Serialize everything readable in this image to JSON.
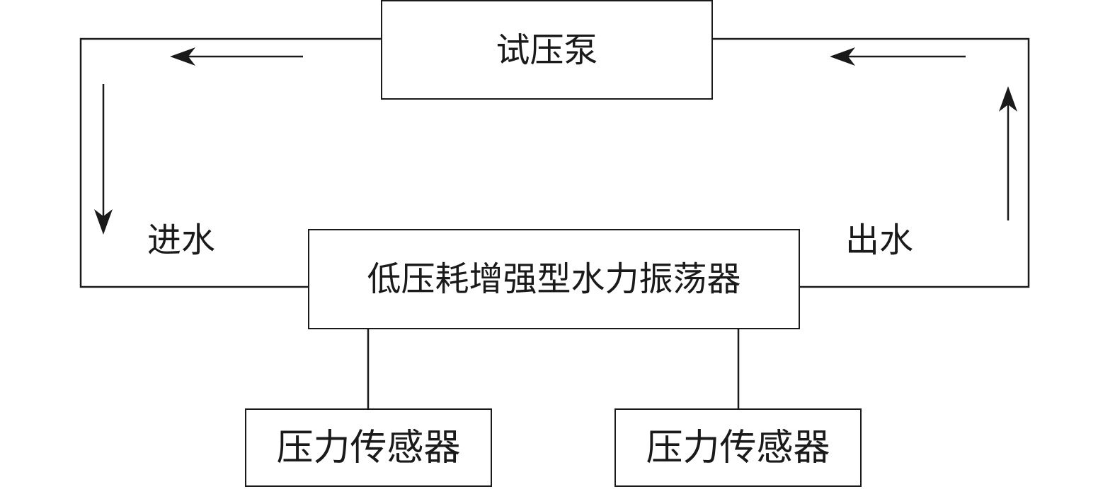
{
  "diagram": {
    "pump": {
      "label": "试压泵"
    },
    "oscillator": {
      "label": "低压耗增强型水力振荡器"
    },
    "sensors": [
      {
        "label": "压力传感器"
      },
      {
        "label": "压力传感器"
      }
    ],
    "flow_labels": {
      "inlet": "进水",
      "outlet": "出水"
    },
    "colors": {
      "line": "#1a1a1a",
      "background": "#ffffff"
    }
  }
}
